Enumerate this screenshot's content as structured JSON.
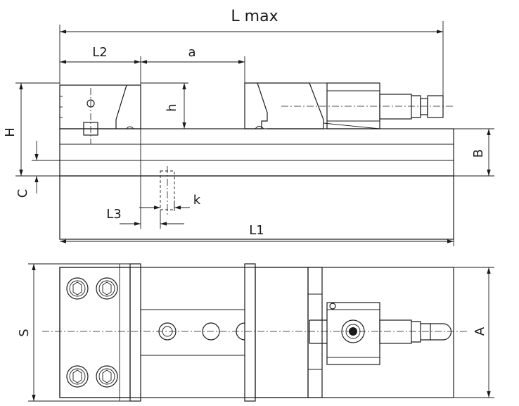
{
  "labels": {
    "l_max": "L max",
    "l2": "L2",
    "a": "a",
    "h_upper": "H",
    "h_lower": "h",
    "c": "C",
    "b": "B",
    "l3": "L3",
    "k": "k",
    "l1": "L1",
    "s": "S",
    "a_upper": "A"
  },
  "colors": {
    "line": "#1a1a1a",
    "background": "#ffffff"
  }
}
